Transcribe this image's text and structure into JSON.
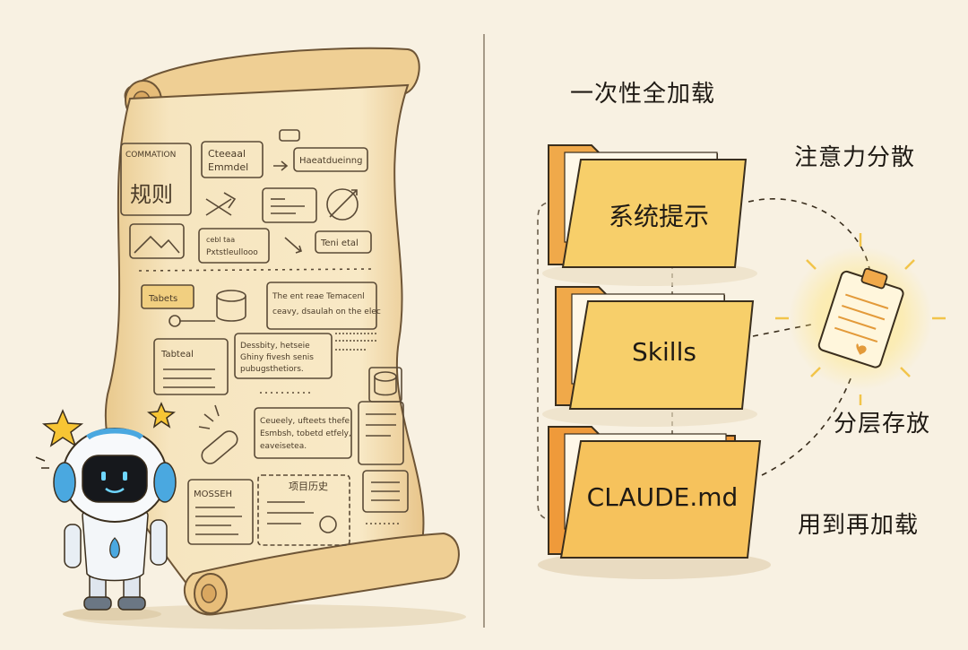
{
  "left_scroll": {
    "card_rules_header": "COMMATION",
    "card_rules_title": "规则",
    "card_top_a_line1": "Cteeaal",
    "card_top_a_line2": "Emmdel",
    "card_top_b": "Haeatdueinng",
    "card_mid_a_line1": "cebl taa",
    "card_mid_a_line2": "Pxtstleullooo",
    "card_mid_b": "Teni etal",
    "folder_tab": "Tabets",
    "para_right_line1": "The ent reae Temacenl",
    "para_right_line2": "ceavy, dsaulah on the elec",
    "card_low_left_line1": "Tabteal",
    "card_center_line1": "Dessbity, hetseie",
    "card_center_line2": "Ghiny fivesh senis",
    "card_center_line3": "pubugsthetiors.",
    "card_lower_center_line1": "Ceueely, ufteets thefe",
    "card_lower_center_line2": "Esmbsh, tobetd etfely,",
    "card_lower_center_line3": "eaveisetea.",
    "card_bottom_left": "MOSSEH",
    "card_bottom_center": "项目历史"
  },
  "right_panel": {
    "title_top": "一次性全加载",
    "label_attention": "注意力分散",
    "label_layered": "分层存放",
    "label_load_on_use": "用到再加载",
    "folders": [
      {
        "label": "系统提示"
      },
      {
        "label": "Skills"
      },
      {
        "label": "CLAUDE.md"
      }
    ]
  },
  "colors": {
    "background": "#f8f1e2",
    "parchment": "#f1d9a8",
    "folder_yellow": "#f7cf6a",
    "folder_orange": "#f0a94a",
    "robot_blue": "#4aa8e0"
  }
}
